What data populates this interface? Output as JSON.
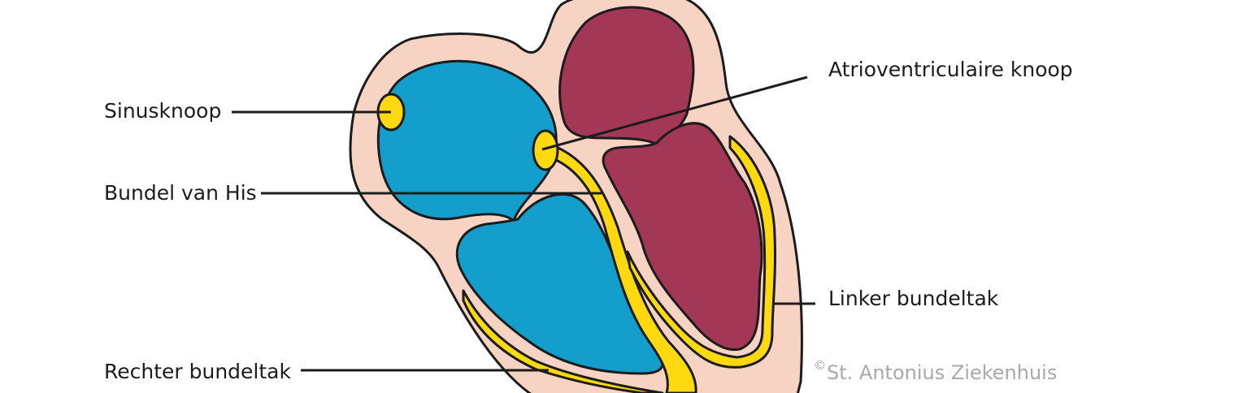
{
  "labels": {
    "sinus_node": "Sinusknoop",
    "bundle_of_his": "Bundel van His",
    "right_bundle_branch": "Rechter bundeltak",
    "av_node": "Atrioventriculaire knoop",
    "left_bundle_branch": "Linker bundeltak"
  },
  "credit": {
    "symbol": "©",
    "text": "St. Antonius Ziekenhuis"
  },
  "colors": {
    "heart_wall": "#f6d3c2",
    "right_heart": "#139ecb",
    "left_heart": "#a23855",
    "conduction": "#ffd90f",
    "outline": "#1c1c1c",
    "text": "#1c1c1c",
    "credit_text": "#a9a9a9"
  }
}
